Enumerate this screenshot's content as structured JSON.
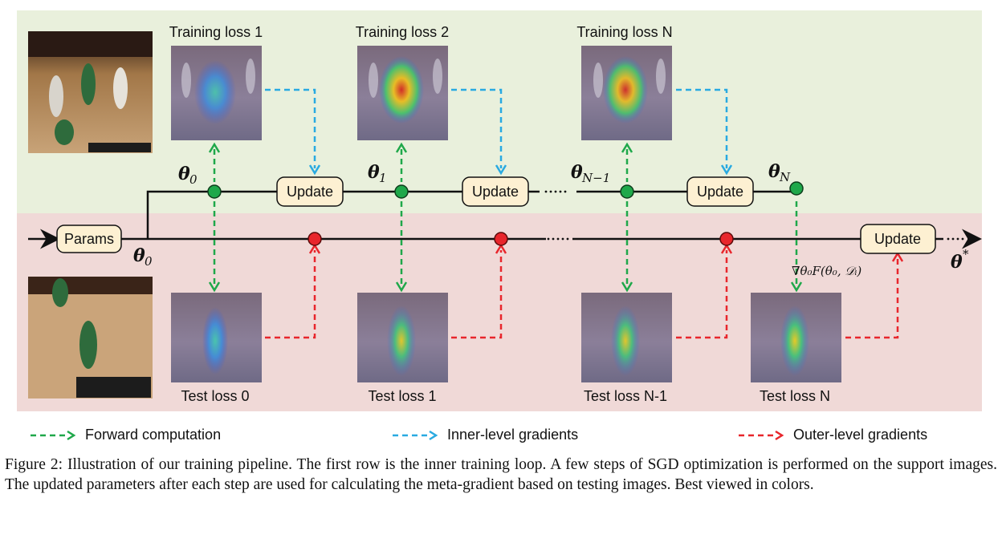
{
  "top_labels": [
    "Training loss 1",
    "Training loss 2",
    "Training loss N"
  ],
  "bottom_labels": [
    "Test loss 0",
    "Test loss 1",
    "Test loss N-1",
    "Test loss N"
  ],
  "boxes": {
    "params": "Params",
    "update_1": "Update",
    "update_2": "Update",
    "update_3": "Update",
    "update_outer": "Update"
  },
  "symbols": {
    "theta": "θ",
    "sub_0": "0",
    "sub_1": "1",
    "sub_n_minus_1": "N−1",
    "sub_n": "N",
    "star": "*",
    "meta_gradient": "∇θ₀F(θ₀, 𝒟ᵢ)"
  },
  "legend": {
    "forward": "Forward computation",
    "inner": "Inner-level gradients",
    "outer": "Outer-level gradients"
  },
  "caption": "Figure 2: Illustration of our training pipeline. The first row is the inner training loop. A few steps of SGD optimization is performed on the support images. The updated parameters after each step are used for calculating the meta-gradient based on testing images. Best viewed in colors.",
  "colors": {
    "inner_bg": "#e9f0dc",
    "outer_bg": "#f0d9d7",
    "box_fill": "#fdf0d2",
    "green": "#1fa84a",
    "blue": "#29aae1",
    "red": "#e8262c",
    "node_green": "#1fa84a",
    "node_red": "#e8262c"
  }
}
